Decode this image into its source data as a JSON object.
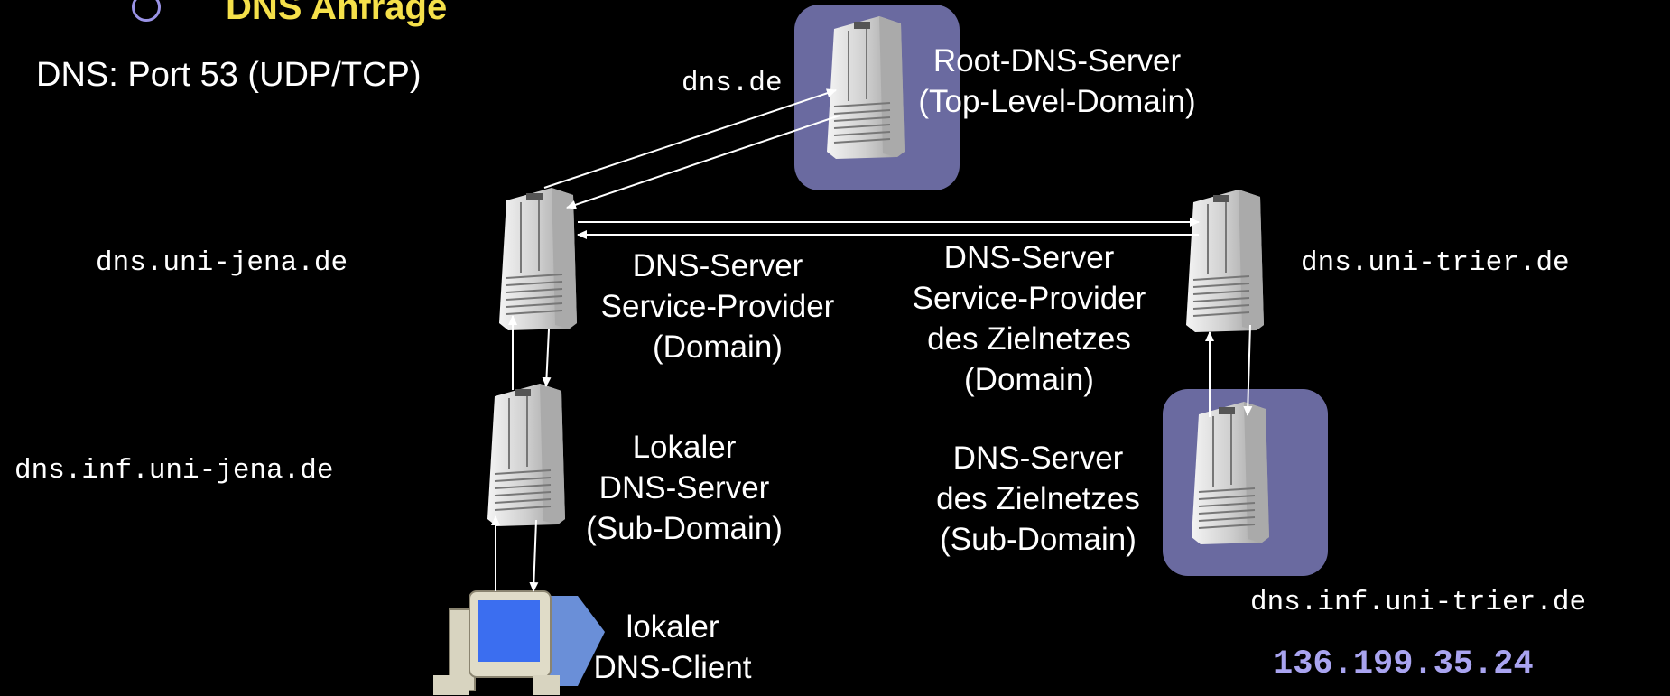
{
  "header": {
    "title": "DNS Anfrage",
    "port_text": "DNS: Port 53 (UDP/TCP)"
  },
  "hosts": {
    "root": "dns.de",
    "uni_jena": "dns.uni-jena.de",
    "inf_uni_jena": "dns.inf.uni-jena.de",
    "uni_trier": "dns.uni-trier.de",
    "inf_uni_trier": "dns.inf.uni-trier.de"
  },
  "labels": {
    "root": [
      "Root-DNS-Server",
      "(Top-Level-Domain)"
    ],
    "provider": [
      "DNS-Server",
      "Service-Provider",
      "(Domain)"
    ],
    "provider_target": [
      "DNS-Server",
      "Service-Provider",
      "des Zielnetzes",
      "(Domain)"
    ],
    "local": [
      "Lokaler",
      "DNS-Server",
      "(Sub-Domain)"
    ],
    "target_sub": [
      "DNS-Server",
      "des Zielnetzes",
      "(Sub-Domain)"
    ],
    "client": [
      "lokaler",
      "DNS-Client"
    ]
  },
  "ip_address": "136.199.35.24",
  "colors": {
    "title": "#f5e04a",
    "highlight_box": "#6a6aa0",
    "ip": "#a9a4f0",
    "background": "#000000"
  }
}
